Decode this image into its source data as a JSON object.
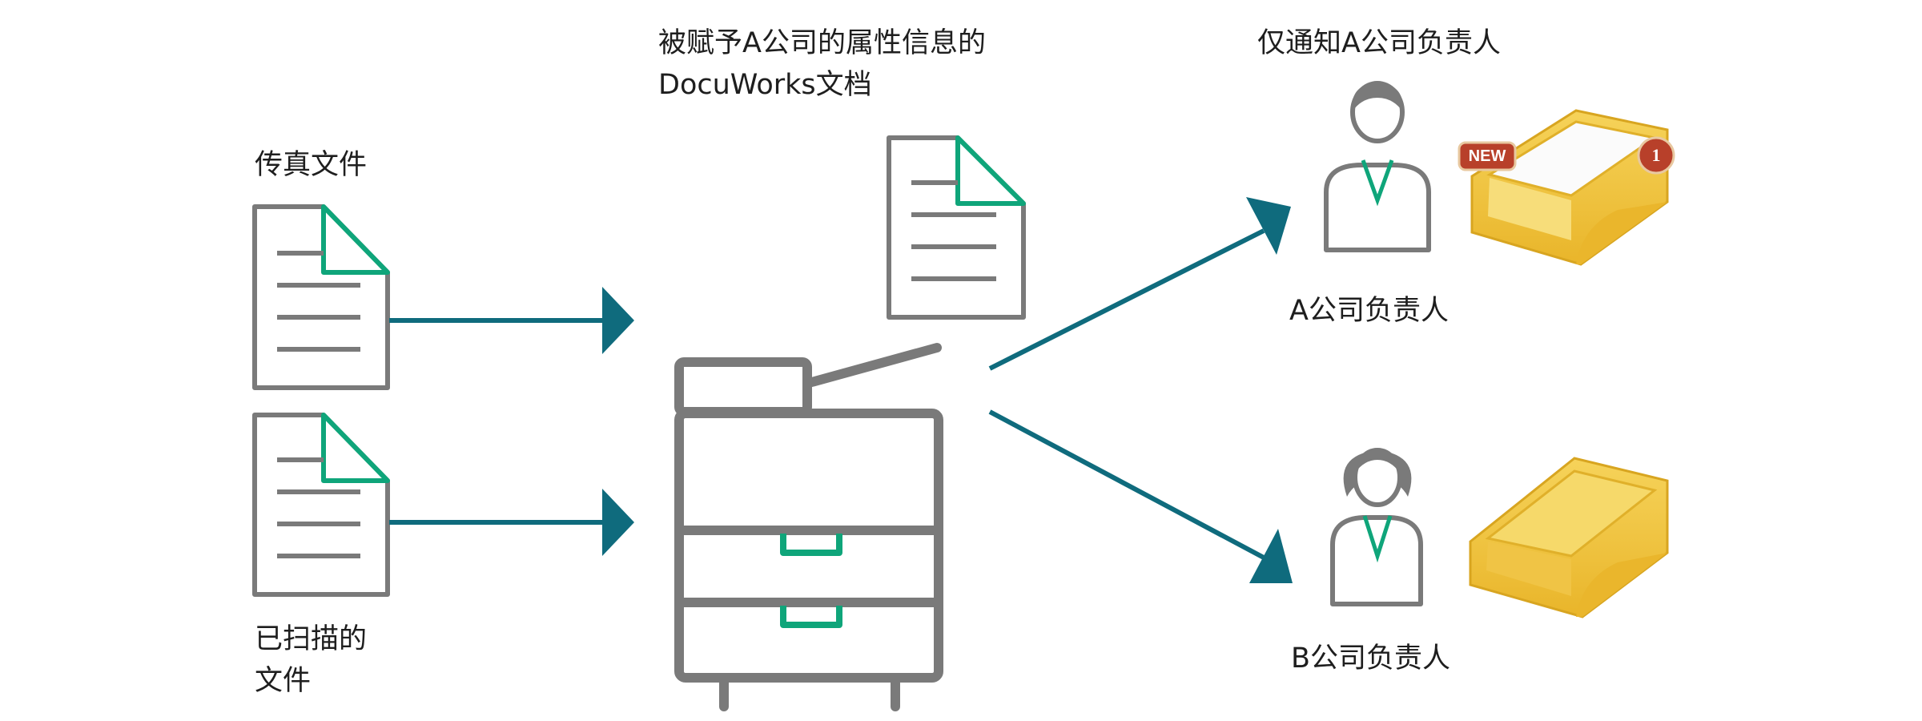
{
  "labels": {
    "fax_document": "传真文件",
    "scanned_document_line1": "已扫描的",
    "scanned_document_line2": "文件",
    "docuworks_line1": "被赋予A公司的属性信息的",
    "docuworks_line2": "DocuWorks文档",
    "notify_only_a": "仅通知A公司负责人",
    "person_a": "A公司负责人",
    "person_b": "B公司负责人"
  },
  "tray_a": {
    "new_badge": "NEW",
    "count_badge": "1"
  },
  "icons": {
    "documents": "document-icon",
    "device": "multifunction-printer-icon",
    "people": "person-icon",
    "trays": "inbox-tray-icon"
  },
  "colors": {
    "arrow": "#0f6b7d",
    "outline": "#7a7a7a",
    "accent_green": "#0fa57a",
    "tray_yellow": "#f2c53d",
    "badge_red": "#b8402a"
  }
}
